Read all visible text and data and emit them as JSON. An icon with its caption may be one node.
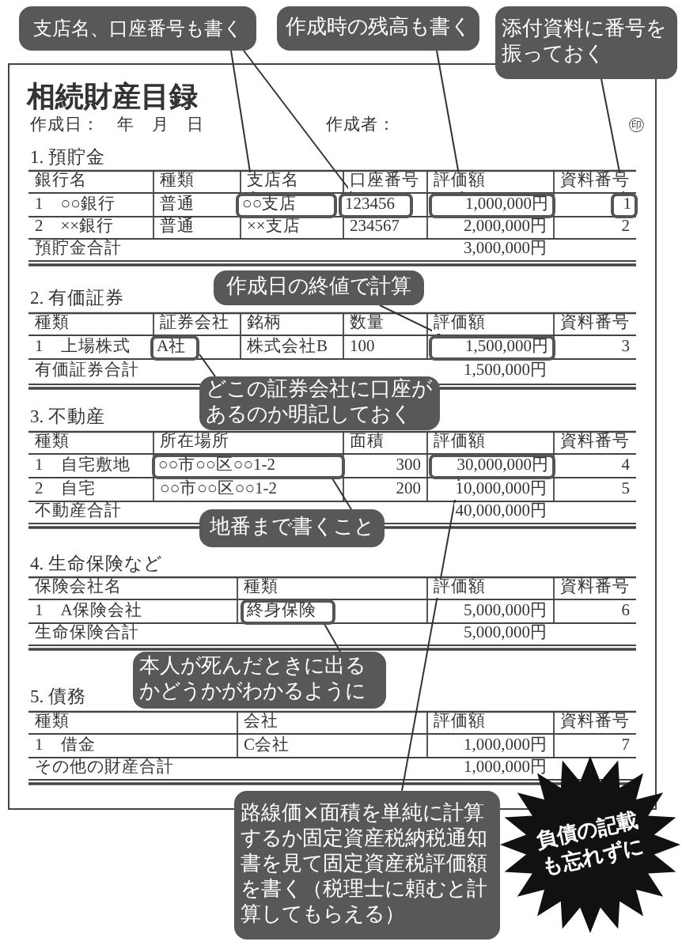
{
  "diagram": {
    "title": "相続財産目録",
    "nodes": [
      {
        "text": [
          "支店名、口座番号も書く"
        ]
      },
      {
        "text": [
          "作成時の残高も書く"
        ]
      },
      {
        "text": [
          "添付資料に番号を振っておく"
        ]
      },
      {
        "text": [
          "○○支店"
        ]
      },
      {
        "text": [
          "123456"
        ]
      },
      {
        "text": [
          "1,000,000円"
        ]
      },
      {
        "text": [
          "1"
        ]
      },
      {
        "text": [
          "作成日の終値で計算"
        ]
      },
      {
        "text": [
          "A社"
        ]
      },
      {
        "text": [
          "1,500,000円"
        ]
      },
      {
        "text": [
          "どこの証券会社に口座があるのか明記しておく"
        ]
      },
      {
        "text": [
          "○○市○○区○○1-2"
        ]
      },
      {
        "text": [
          "30,000,000円"
        ]
      },
      {
        "text": [
          "地番まで書くこと"
        ]
      },
      {
        "text": [
          "終身保険"
        ]
      },
      {
        "text": [
          "本人が死んだときに出るかどうかがわかるように"
        ]
      },
      {
        "text": [
          "負債の記載も忘れずに"
        ]
      },
      {
        "text": [
          "路線価×面積を単純に計算するか固定資産税納税通知書を見て固定資産税評価額を書く（税理士に頼むと計算してもらえる）"
        ]
      }
    ],
    "edges": [
      {
        "from": 0,
        "to": 3,
        "arrow": "none"
      },
      {
        "from": 0,
        "to": 4,
        "arrow": "none"
      },
      {
        "from": 1,
        "to": 5,
        "arrow": "none"
      },
      {
        "from": 2,
        "to": 6,
        "arrow": "none"
      },
      {
        "from": 7,
        "to": 9,
        "arrow": "none"
      },
      {
        "from": 10,
        "to": 8,
        "arrow": "none"
      },
      {
        "from": 13,
        "to": 11,
        "arrow": "none"
      },
      {
        "from": 15,
        "to": 14,
        "arrow": "none"
      },
      {
        "from": 17,
        "to": 12,
        "arrow": "none"
      }
    ],
    "labels": [
      "作成日：　年　月　日",
      "作成者：",
      "㊞",
      "1. 預貯金",
      "銀行名",
      "種類",
      "支店名",
      "口座番号",
      "評価額",
      "資料番号",
      "1　○○銀行",
      "普通",
      "2　××銀行",
      "普通",
      "××支店",
      "234567",
      "2,000,000円",
      "2",
      "預貯金合計",
      "3,000,000円",
      "2. 有価証券",
      "種類",
      "証券会社",
      "銘柄",
      "数量",
      "評価額",
      "資料番号",
      "1　上場株式",
      "株式会社B",
      "100",
      "3",
      "有価証券合計",
      "1,500,000円",
      "3. 不動産",
      "種類",
      "所在場所",
      "面積",
      "評価額",
      "資料番号",
      "1　自宅敷地",
      "300",
      "4",
      "2　自宅",
      "○○市○○区○○1-2",
      "200",
      "10,000,000円",
      "5",
      "不動産合計",
      "40,000,000円",
      "4. 生命保険など",
      "保険会社名",
      "種類",
      "評価額",
      "資料番号",
      "1　A保険会社",
      "5,000,000円",
      "6",
      "生命保険合計",
      "5,000,000円",
      "5. 債務",
      "種類",
      "会社",
      "評価額",
      "資料番号",
      "1　借金",
      "C会社",
      "1,000,000円",
      "7",
      "その他の財産合計",
      "1,000,000円"
    ]
  }
}
